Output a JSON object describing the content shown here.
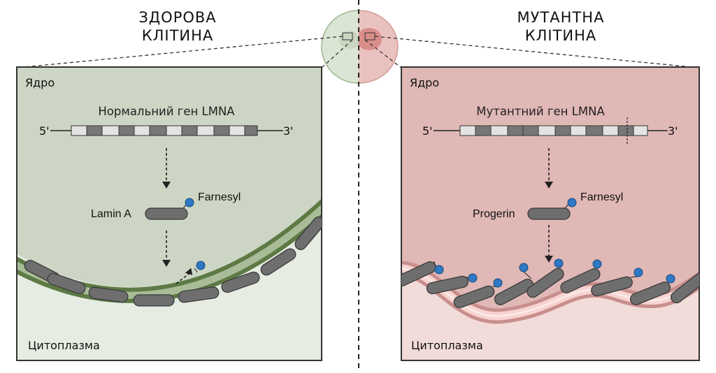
{
  "healthy": {
    "title_line1": "ЗДОРОВА",
    "title_line2": "КЛІТИНА",
    "nucleus_label": "Ядро",
    "gene_label": "Нормальний ген LMNA",
    "five_prime": "5'",
    "three_prime": "3'",
    "protein_label": "Lamin A",
    "farnesyl_label": "Farnesyl",
    "cytoplasm_label": "Цитоплазма"
  },
  "mutant": {
    "title_line1": "МУТАНТНА",
    "title_line2": "КЛІТИНА",
    "nucleus_label": "Ядро",
    "gene_label": "Мутантний ген LMNA",
    "five_prime": "5'",
    "three_prime": "3'",
    "protein_label": "Progerin",
    "farnesyl_label": "Farnesyl",
    "cytoplasm_label": "Цитоплазма"
  },
  "colors": {
    "healthy_bg": "#cdd6c4",
    "healthy_cyto": "#e6ece1",
    "healthy_membrane": "#5d7a45",
    "mutant_bg": "#e0b8b5",
    "mutant_cyto": "#f1dcda",
    "mutant_membrane": "#f8d3d0",
    "protein": "#6e6e6e",
    "farnesyl": "#2f78c4",
    "exon_dark": "#777777",
    "exon_light": "#e3e3e3"
  }
}
